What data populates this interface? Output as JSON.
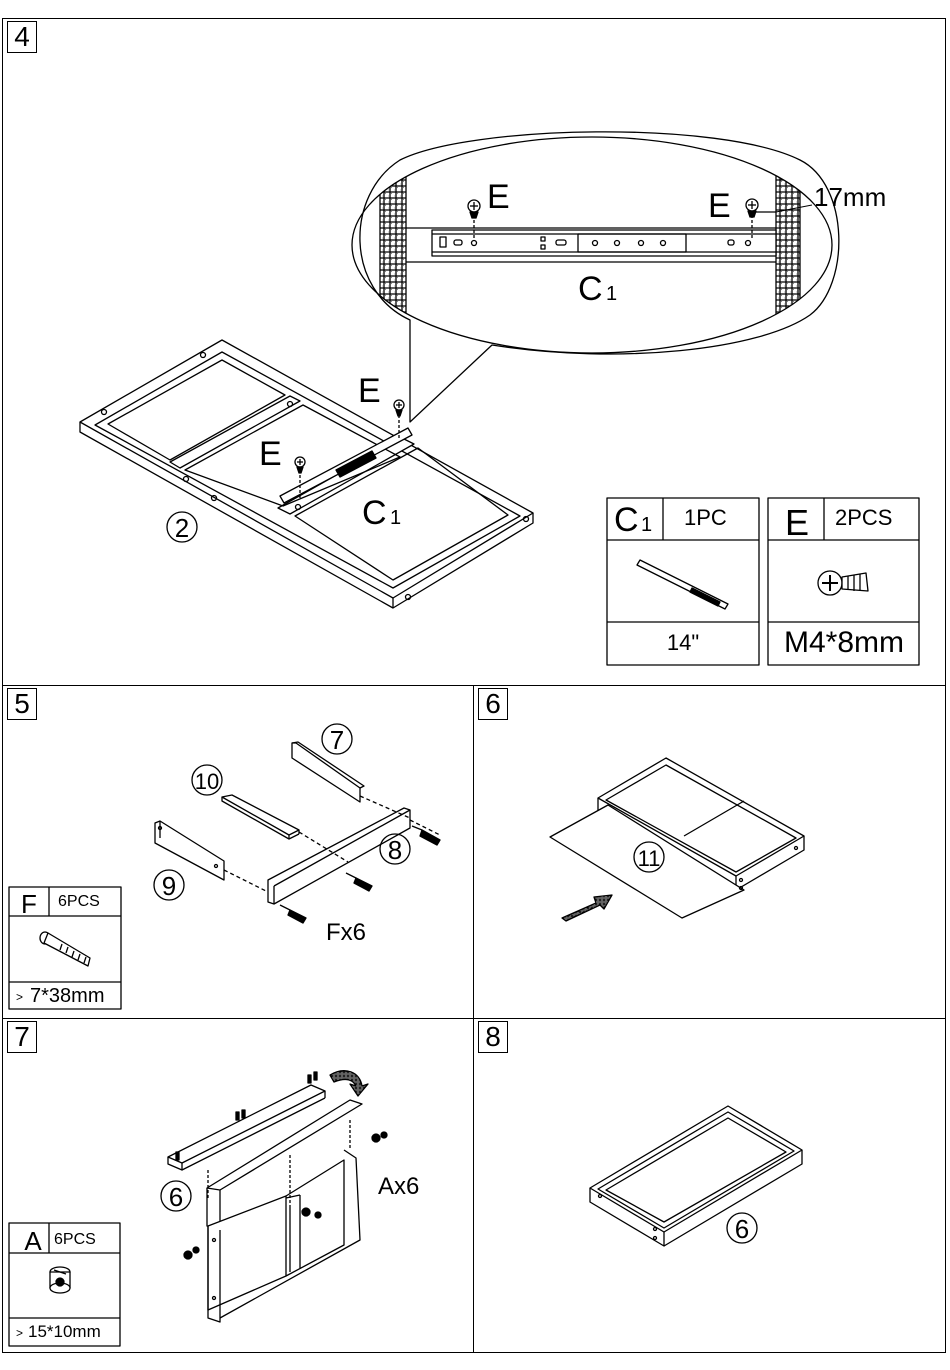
{
  "steps": {
    "s4": "4",
    "s5": "5",
    "s6": "6",
    "s7": "7",
    "s8": "8"
  },
  "step4": {
    "callout_screw_left": "E",
    "callout_screw_right": "E",
    "callout_dimension": "17mm",
    "callout_slide_label": "C",
    "callout_slide_sub": "1",
    "frame_screw_top": "E",
    "frame_screw_left": "E",
    "frame_slide_label": "C",
    "frame_slide_sub": "1",
    "frame_part": "2",
    "parts": [
      {
        "code": "C",
        "sub": "1",
        "qty": "1PC",
        "size": "14\""
      },
      {
        "code": "E",
        "sub": "",
        "qty": "2PCS",
        "size": "M4*8mm"
      }
    ]
  },
  "step5": {
    "part7": "7",
    "part10": "10",
    "part8": "8",
    "part9": "9",
    "fastener_callout": "Fx6",
    "part": {
      "code": "F",
      "qty": "6PCS",
      "size": "7*38mm"
    }
  },
  "step6": {
    "part11": "11"
  },
  "step7": {
    "part6": "6",
    "fastener_callout": "Ax6",
    "part": {
      "code": "A",
      "qty": "6PCS",
      "size": "15*10mm"
    }
  },
  "step8": {
    "part6": "6"
  }
}
